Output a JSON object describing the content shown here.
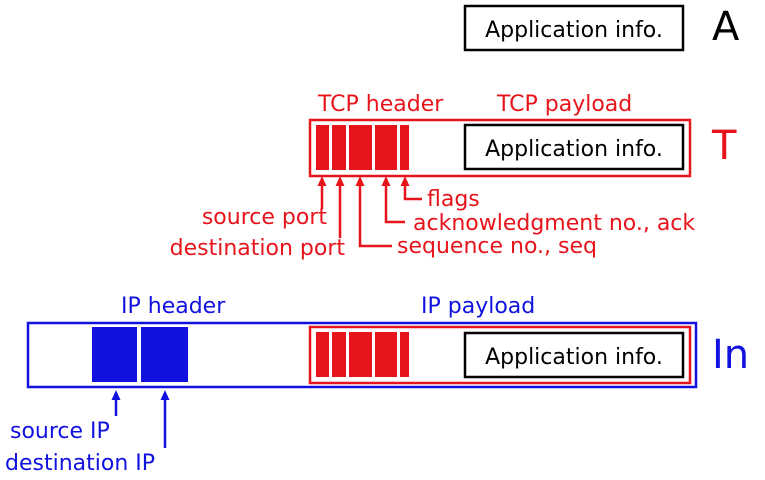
{
  "colors": {
    "app": "#000000",
    "transport": "#e8141c",
    "internet": "#1212e0"
  },
  "layers": {
    "application": {
      "letter": "A",
      "box_label": "Application info."
    },
    "transport": {
      "letter": "T",
      "header_label": "TCP header",
      "payload_label": "TCP payload",
      "box_label": "Application info.",
      "fields": {
        "source_port": "source port",
        "destination_port": "destination port",
        "sequence": "sequence no., seq",
        "acknowledgment": "acknowledgment no., ack",
        "flags": "flags"
      }
    },
    "internet": {
      "letter": "In",
      "header_label": "IP header",
      "payload_label": "IP payload",
      "box_label": "Application info.",
      "fields": {
        "source_ip": "source IP",
        "destination_ip": "destination IP"
      }
    }
  }
}
